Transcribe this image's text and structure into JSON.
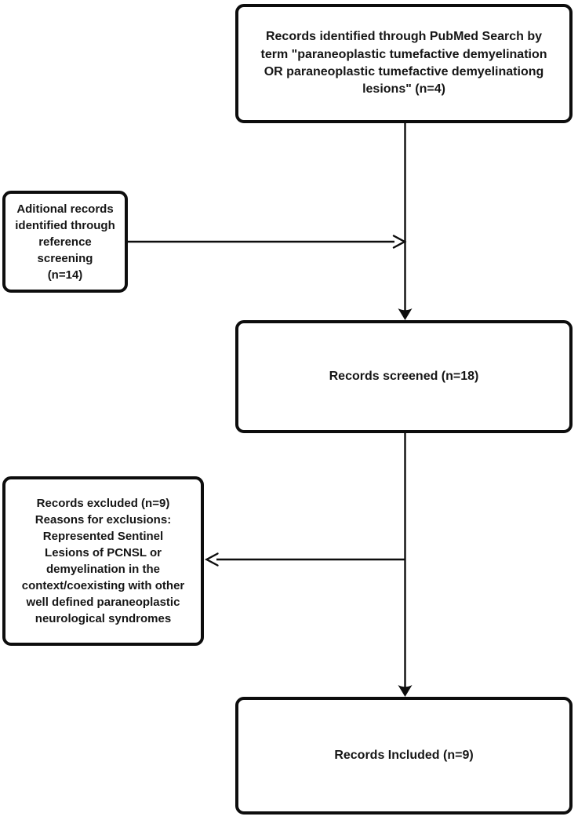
{
  "colors": {
    "stroke": "#0d0d0d",
    "box_background": "#ffffff",
    "text": "#161616"
  },
  "diagram": {
    "type": "flowchart",
    "nodes": [
      {
        "id": "identification",
        "text": "Records identified through PubMed Search by\nterm \"paraneoplastic tumefactive demyelination\nOR paraneoplastic tumefactive demyelinationg\nlesions\" (n=4)"
      },
      {
        "id": "additional",
        "text": "Aditional records\nidentified through\nreference\nscreening\n(n=14)"
      },
      {
        "id": "screened",
        "text": "Records screened (n=18)"
      },
      {
        "id": "excluded",
        "text": "Records excluded (n=9)\nReasons for exclusions:\nRepresented Sentinel\nLesions of PCNSL or\ndemyelination in the\ncontext/coexisting with other\nwell defined paraneoplastic\nneurological syndromes"
      },
      {
        "id": "included",
        "text": "Records Included (n=9)"
      }
    ],
    "edges": [
      {
        "from": "identification",
        "to": "screened"
      },
      {
        "from": "additional",
        "to": "screened"
      },
      {
        "from": "screened",
        "to": "excluded"
      },
      {
        "from": "screened",
        "to": "included"
      }
    ]
  }
}
